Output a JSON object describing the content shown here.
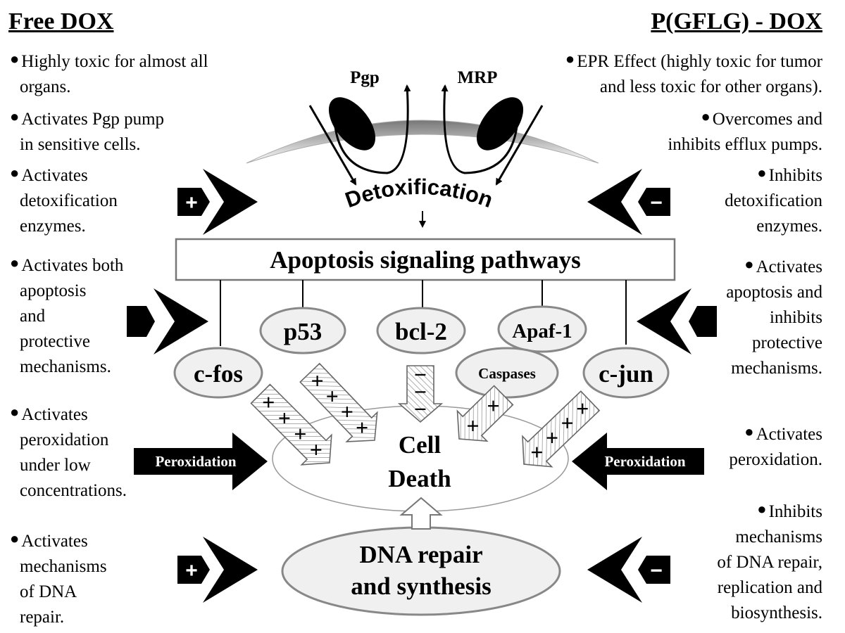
{
  "left": {
    "title": "Free DOX",
    "bullets": [
      [
        "Highly toxic for almost all",
        "organs."
      ],
      [
        "Activates Pgp pump",
        "in sensitive cells."
      ],
      [
        "Activates",
        "detoxification",
        "enzymes."
      ],
      [
        "Activates both",
        "apoptosis",
        "and",
        "protective",
        "mechanisms."
      ],
      [
        "Activates",
        "peroxidation",
        "under low",
        "concentrations."
      ],
      [
        "Activates",
        "mechanisms",
        "of DNA",
        "repair."
      ]
    ]
  },
  "right": {
    "title": "P(GFLG) - DOX",
    "bullets": [
      [
        "EPR Effect (highly toxic for tumor",
        "and less toxic for other organs)."
      ],
      [
        "Overcomes and",
        "inhibits efflux pumps."
      ],
      [
        "Inhibits",
        "detoxification",
        "enzymes."
      ],
      [
        "Activates",
        "apoptosis and",
        "inhibits",
        "protective",
        "mechanisms."
      ],
      [
        "Activates",
        "peroxidation."
      ],
      [
        "Inhibits",
        "mechanisms",
        "of DNA repair,",
        "replication and",
        "biosynthesis."
      ]
    ]
  },
  "diagram": {
    "pump_left": "Pgp",
    "pump_right": "MRP",
    "detox": "Detoxification",
    "apoptosis": "Apoptosis signaling pathways",
    "nodes": {
      "cfos": "c-fos",
      "p53": "p53",
      "bcl2": "bcl-2",
      "apaf1": "Apaf-1",
      "caspases": "Caspases",
      "cjun": "c-jun"
    },
    "cell_death": [
      "Cell",
      "Death"
    ],
    "dna": [
      "DNA repair",
      "and synthesis"
    ],
    "peroxidation": "Peroxidation",
    "plus": "+",
    "minus": "−"
  }
}
